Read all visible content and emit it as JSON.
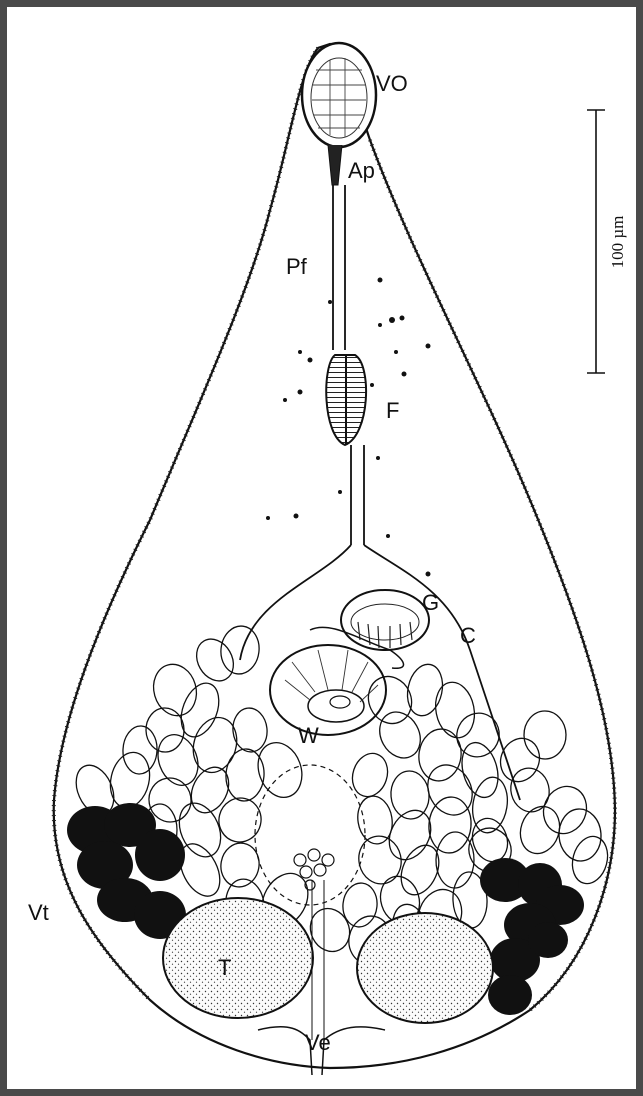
{
  "figure": {
    "border_color": "#4a4a4a",
    "ink_color": "#111111",
    "labels": {
      "vo": "VO",
      "ap": "Ap",
      "pf": "Pf",
      "f": "F",
      "g": "G",
      "c": "C",
      "w": "W",
      "vt": "Vt",
      "t": "T",
      "ve": "Ve"
    },
    "scale_bar": {
      "label": "100 µm"
    }
  }
}
